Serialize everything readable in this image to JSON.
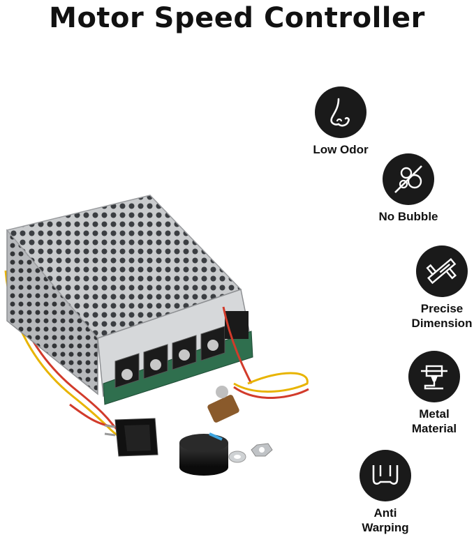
{
  "title": "Motor Speed Controller",
  "colors": {
    "icon_circle": "#1a1a1a",
    "text": "#111111",
    "background": "#ffffff"
  },
  "features": [
    {
      "label": "Low Odor",
      "icon": "nose-icon"
    },
    {
      "label": "No Bubble",
      "icon": "bubble-icon"
    },
    {
      "label": "Precise\nDimension",
      "icon": "caliper-icon"
    },
    {
      "label": "Metal\nMaterial",
      "icon": "extruder-icon"
    },
    {
      "label": "Anti\nWarping",
      "icon": "anti-warping-icon"
    }
  ]
}
